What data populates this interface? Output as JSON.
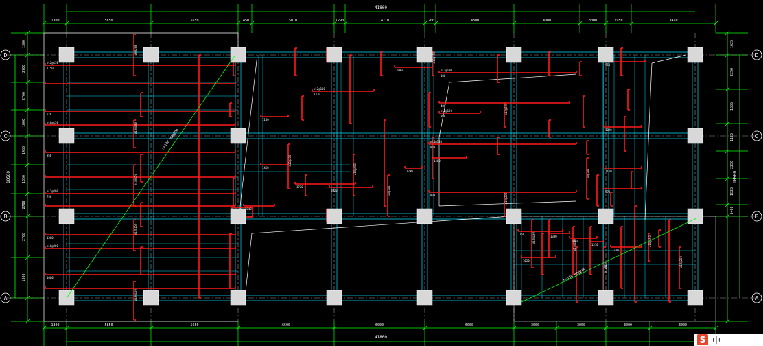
{
  "drawing": {
    "total_top": "41800",
    "total_bottom": "41800",
    "top_spans": [
      "1300",
      "5850",
      "5650",
      "1450",
      "5010",
      "1290",
      "4710",
      "1200",
      "4800",
      "4000",
      "3000",
      "2950",
      "3450"
    ],
    "bottom_spans": [
      "1300",
      "5850",
      "5650",
      "6500",
      "6000",
      "6000",
      "3000",
      "3000",
      "3000",
      "3000"
    ],
    "left_spans": [
      "1380",
      "2700",
      "2700",
      "1800",
      "1450",
      "1350",
      "2700",
      "2700",
      "1300"
    ],
    "left_total": "10500",
    "right_spans": [
      "1625",
      "2250",
      "1535",
      "1125",
      "2250",
      "1825",
      "5400"
    ],
    "right_total": "10500",
    "grid_axes": [
      "D",
      "C",
      "B",
      "A"
    ],
    "rebar_labels": [
      "⌀12@150",
      "⌀10@150",
      "⌀12@200",
      "⌀10@200",
      "⌀8@200",
      "⌀12@100",
      "⌀14@150"
    ],
    "dim_labels": [
      "1150",
      "570",
      "950",
      "750",
      "1380",
      "1600",
      "1310",
      "1720",
      "1020",
      "1160",
      "1460",
      "2040",
      "1290",
      "1900",
      "380",
      "480",
      "940",
      "930",
      "990",
      "1400",
      "1020"
    ],
    "diagonal_label_left": "h=180 ⌀8@200",
    "diagonal_label_right": "h=150 ⌀8@200"
  },
  "colors": {
    "background": "#000000",
    "grid_line": "#00e0ff",
    "dimension": "#00ff00",
    "rebar": "#ff1a1a",
    "column": "#d8d8d8",
    "outline": "#ffffff",
    "text": "#ffffff"
  },
  "logo": {
    "text": "中"
  }
}
